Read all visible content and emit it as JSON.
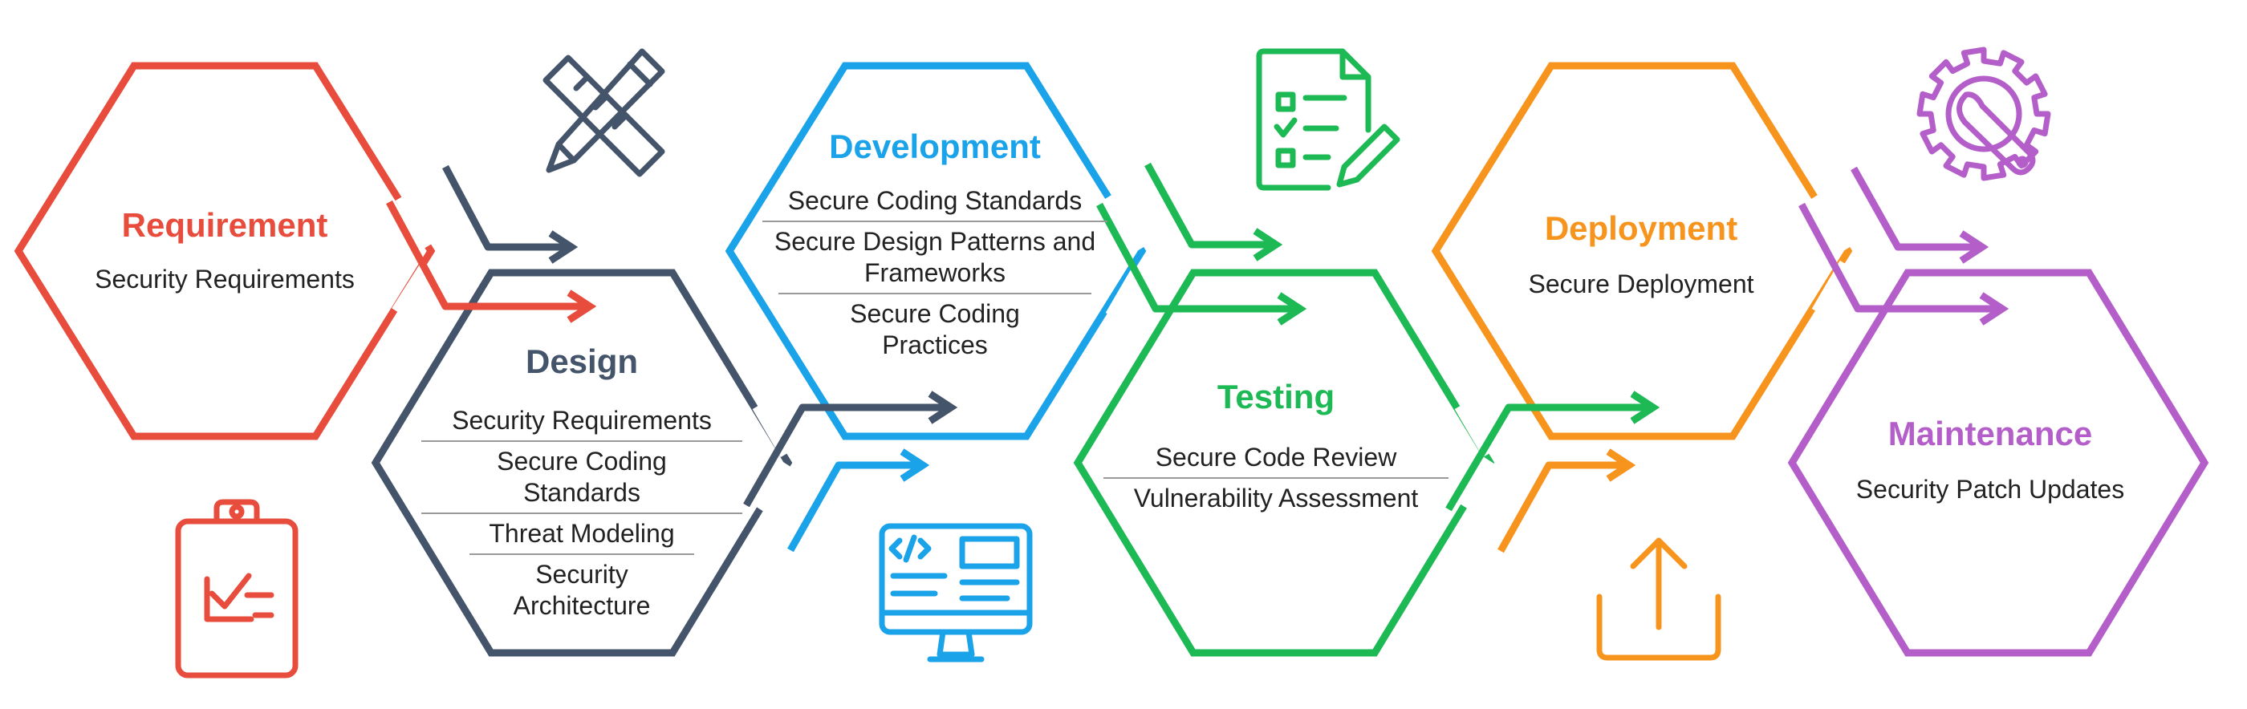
{
  "stages": [
    {
      "id": "requirement",
      "title": "Requirement",
      "color": "#E74C3C",
      "icon": "clipboard-checklist-icon",
      "items": [
        "Security Requirements"
      ]
    },
    {
      "id": "design",
      "title": "Design",
      "color": "#44546A",
      "icon": "pencil-ruler-icon",
      "items": [
        "Security Requirements",
        "Secure Coding\nStandards",
        "Threat Modeling",
        "Security\nArchitecture"
      ]
    },
    {
      "id": "development",
      "title": "Development",
      "color": "#1AA3E8",
      "icon": "code-monitor-icon",
      "items": [
        "Secure Coding Standards",
        "Secure Design Patterns and\nFrameworks",
        "Secure Coding\nPractices"
      ]
    },
    {
      "id": "testing",
      "title": "Testing",
      "color": "#1DB954",
      "icon": "checklist-document-icon",
      "items": [
        "Secure Code Review",
        "Vulnerability Assessment"
      ]
    },
    {
      "id": "deployment",
      "title": "Deployment",
      "color": "#F7941D",
      "icon": "upload-tray-icon",
      "items": [
        "Secure Deployment"
      ]
    },
    {
      "id": "maintenance",
      "title": "Maintenance",
      "color": "#B45FC9",
      "icon": "gear-wrench-icon",
      "items": [
        "Security Patch Updates"
      ]
    }
  ]
}
